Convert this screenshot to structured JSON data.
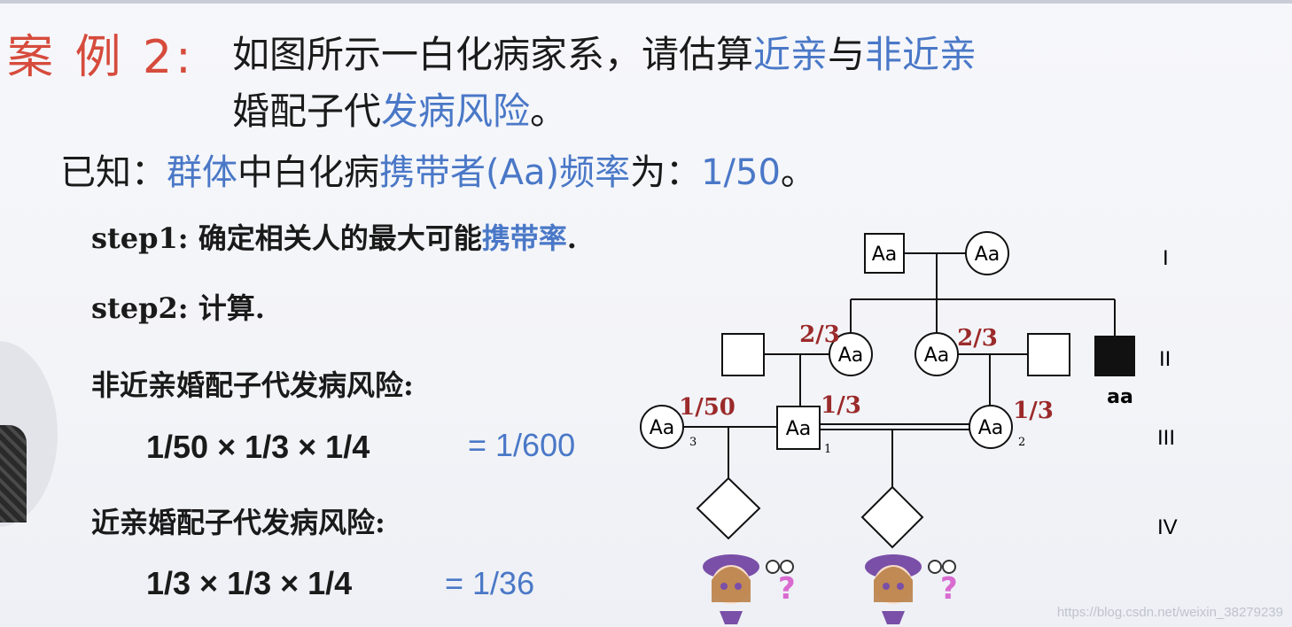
{
  "title": {
    "case_label": "案 例 2:",
    "line1_a": "如图所示一白化病家系，请估算",
    "line1_b": "近亲",
    "line1_c": "与",
    "line1_d": "非近亲",
    "line2_a": "婚配子代",
    "line2_b": "发病风险",
    "line2_c": "。"
  },
  "known": {
    "a": "已知：",
    "b": "群体",
    "c": "中白化病",
    "d": "携带者(Aa)频率",
    "e": "为：",
    "f": "1/50",
    "g": "。"
  },
  "steps": {
    "step1_a": "step1: 确定相关人的最大可能",
    "step1_b": "携带率",
    "step1_c": ".",
    "step2": "step2: 计算.",
    "nonconsang_heading": "非近亲婚配子代发病风险:",
    "nonconsang_formula": "1/50 × 1/3 × 1/4",
    "nonconsang_result": "= 1/600",
    "consang_heading": "近亲婚配子代发病风险:",
    "consang_formula": "1/3 × 1/3 × 1/4",
    "consang_result": "= 1/36"
  },
  "pedigree": {
    "generations": [
      "I",
      "II",
      "III",
      "IV"
    ],
    "I_male": "Aa",
    "I_female": "Aa",
    "II_female": "Aa",
    "II_female_prob": "2/3",
    "II_sibling": "Aa",
    "II_sibling_prob": "2/3",
    "II_affected_label": "aa",
    "III_3": "Aa",
    "III_3_prob": "1/50",
    "III_3_num": "3",
    "III_1": "Aa",
    "III_1_prob": "1/3",
    "III_1_num": "1",
    "III_2": "Aa",
    "III_2_prob": "1/3",
    "III_2_num": "2"
  },
  "watermark": "https://blog.csdn.net/weixin_38279239",
  "colors": {
    "red": "#d64b3c",
    "blue": "#4a78c7",
    "prob": "#9b2a2a"
  }
}
